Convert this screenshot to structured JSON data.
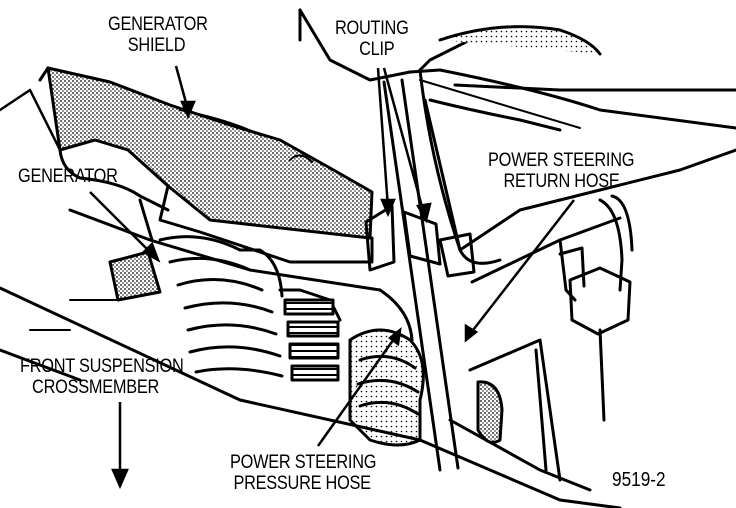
{
  "labels": {
    "generator_shield": [
      "GENERATOR",
      "SHIELD"
    ],
    "routing_clip": [
      "ROUTING",
      "CLIP"
    ],
    "generator": [
      "GENERATOR"
    ],
    "return_hose": [
      "POWER STEERING",
      "RETURN HOSE"
    ],
    "crossmember": [
      "FRONT SUSPENSION",
      "CROSSMEMBER"
    ],
    "pressure_hose": [
      "POWER STEERING",
      "PRESSURE HOSE"
    ],
    "figure_number": "9519-2"
  },
  "colors": {
    "ink": "#000000",
    "paper": "#ffffff",
    "stipple": "#8a8a8a"
  }
}
